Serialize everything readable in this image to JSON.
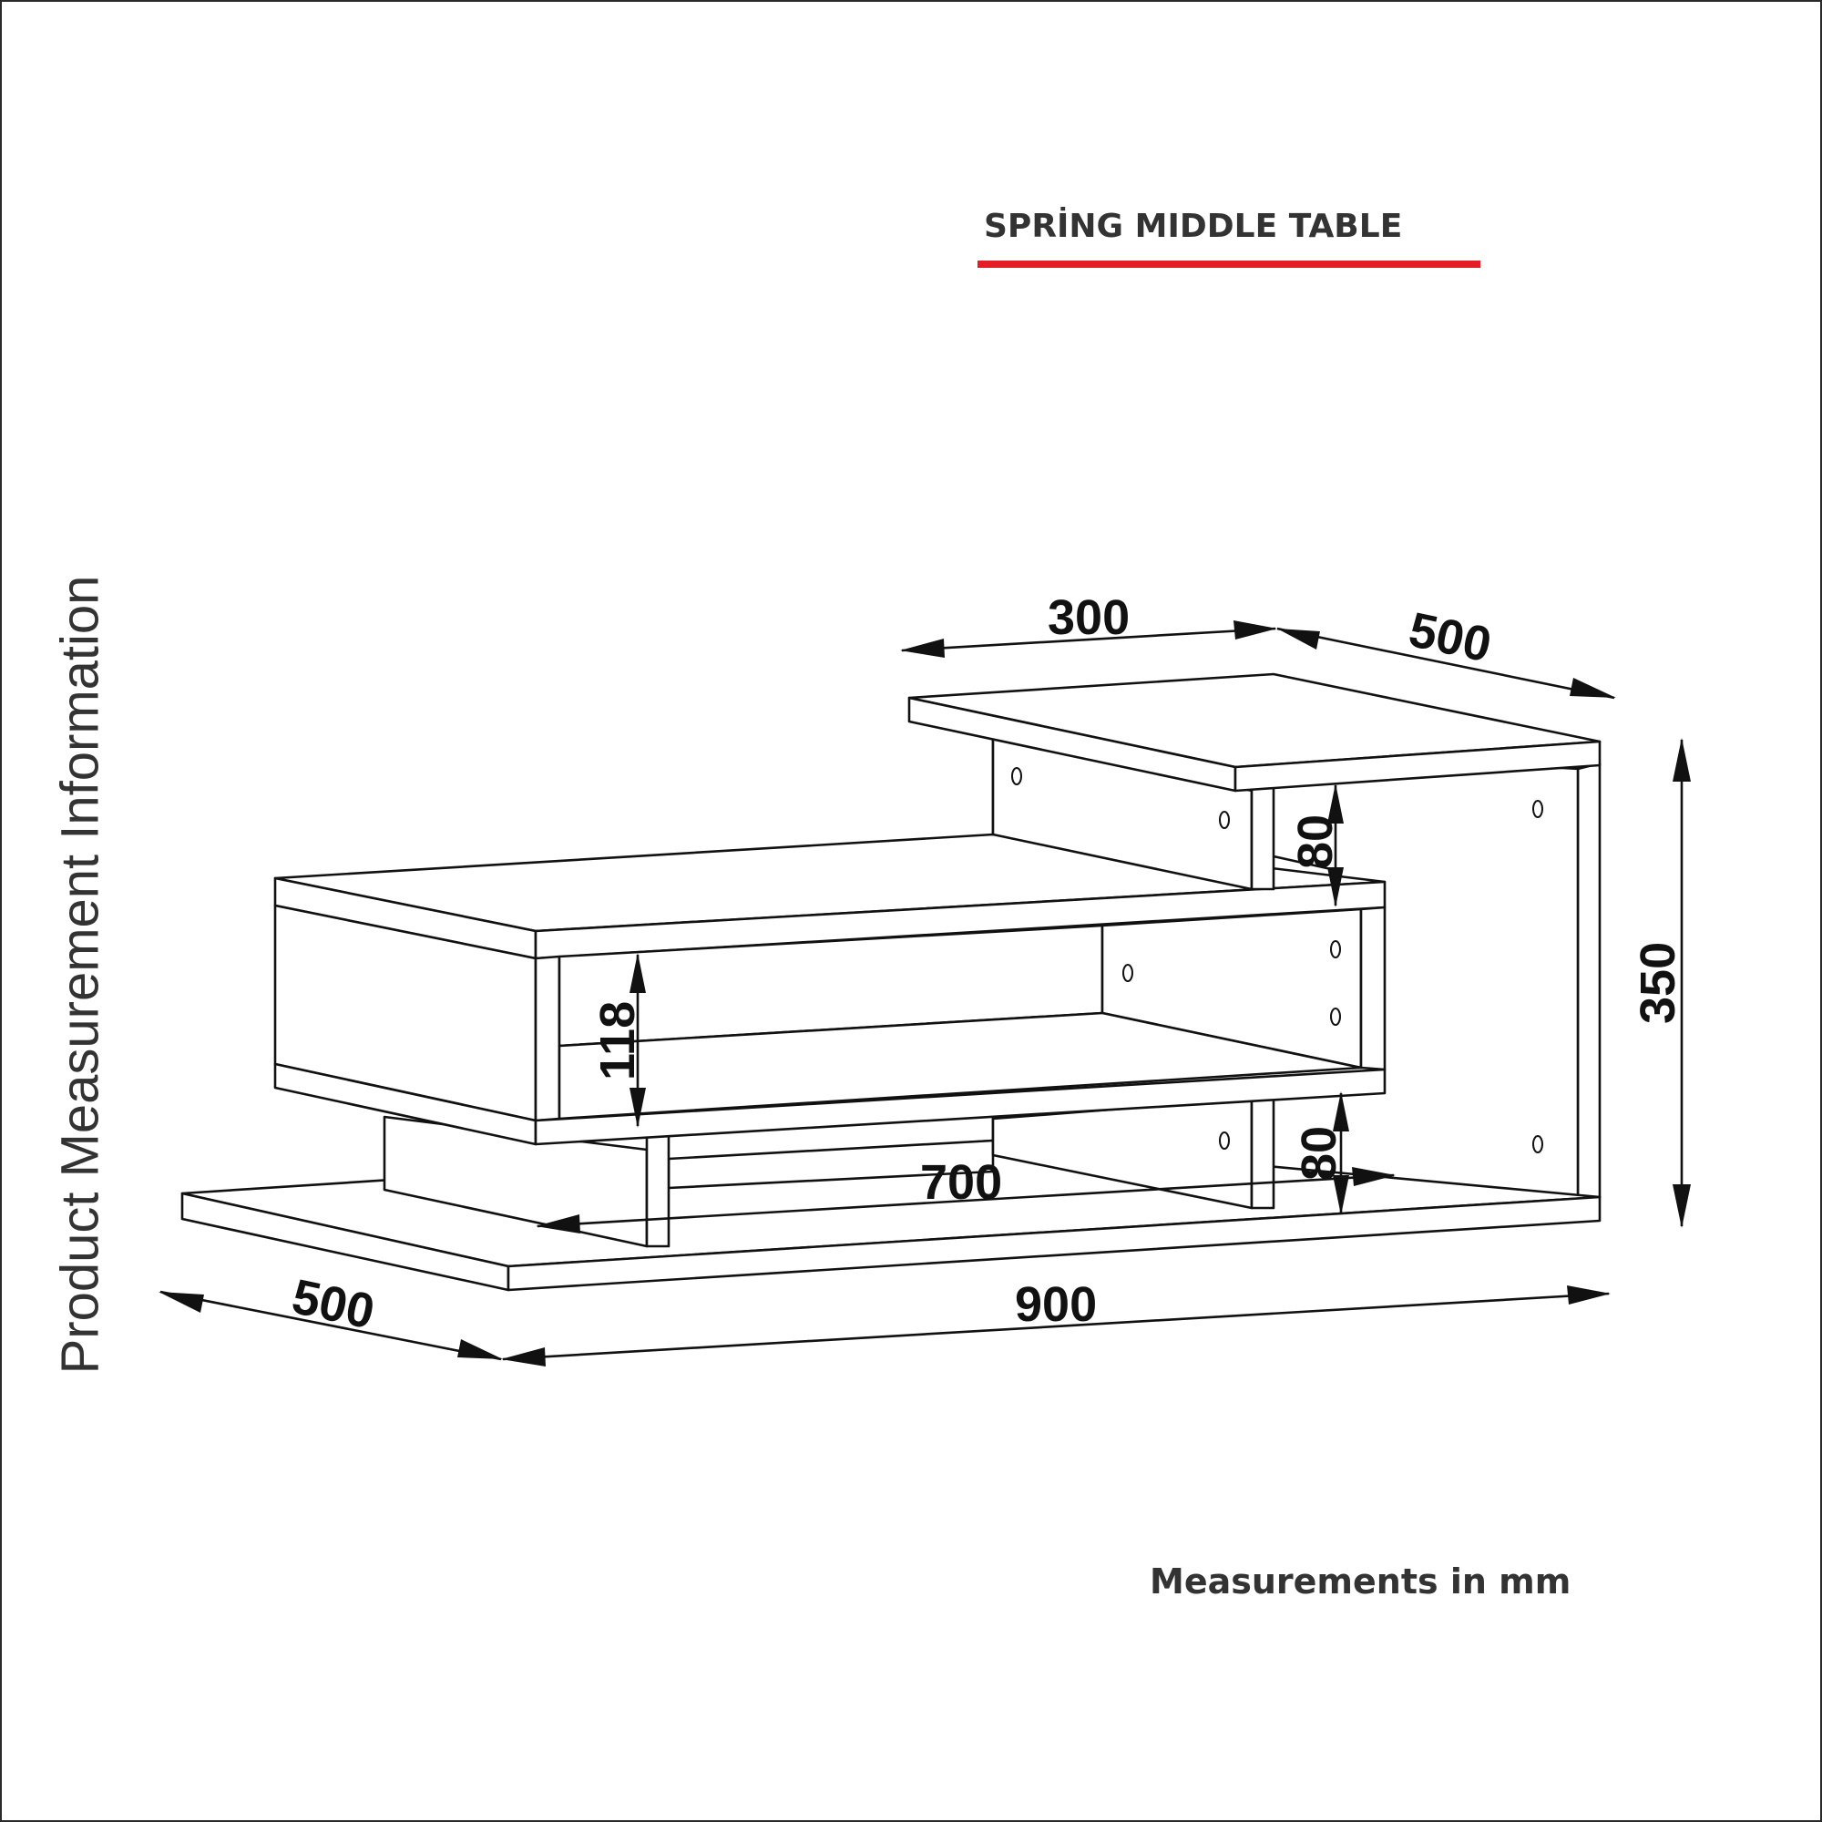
{
  "title": "SPRİNG MIDDLE TABLE",
  "side_caption": "Product Measurement Information",
  "units_note": "Measurements in mm",
  "colors": {
    "accent": "#e31e24",
    "ink": "#111111",
    "text": "#333333",
    "background": "#ffffff"
  },
  "dimensions": {
    "top_shelf_width": "300",
    "top_shelf_depth": "500",
    "total_height": "350",
    "upper_gap": "80",
    "middle_opening": "118",
    "lower_gap": "80",
    "inner_width": "700",
    "base_depth": "500",
    "total_width": "900"
  }
}
